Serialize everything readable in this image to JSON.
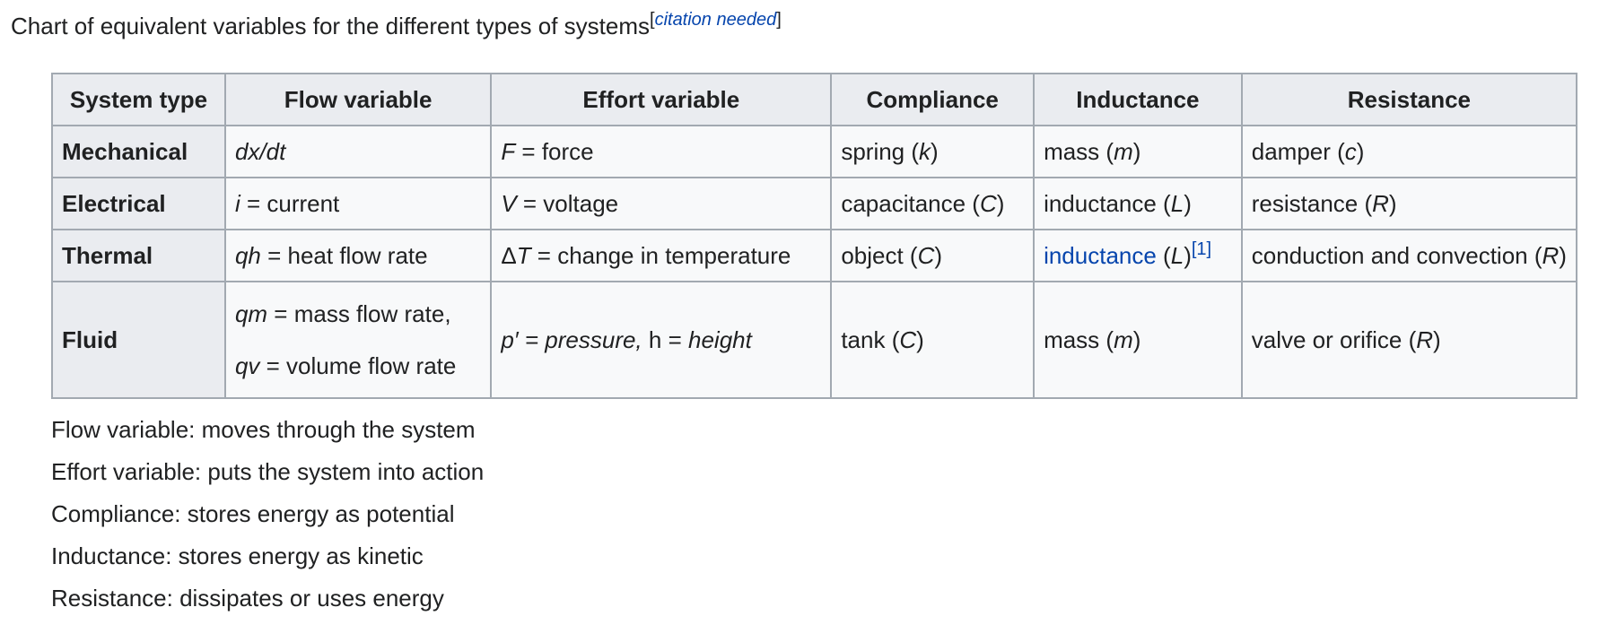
{
  "intro": {
    "text": "Chart of equivalent variables for the different types of systems",
    "citation": "citation needed",
    "bracket_open": "[",
    "bracket_close": "]"
  },
  "table": {
    "headers": [
      "System type",
      "Flow variable",
      "Effort variable",
      "Compliance",
      "Inductance",
      "Resistance"
    ],
    "rows": [
      {
        "system": "Mechanical",
        "flow": "dx/dt",
        "effort_sym": "F",
        "effort_rest": " = force",
        "compliance_name": "spring (",
        "compliance_sym": "k",
        "inductance_name": "mass (",
        "inductance_sym": "m",
        "resistance_name": "damper (",
        "resistance_sym": "c"
      },
      {
        "system": "Electrical",
        "flow_sym": "i",
        "flow_rest": " = current",
        "effort_sym": "V",
        "effort_rest": " = voltage",
        "compliance_name": "capacitance (",
        "compliance_sym": "C",
        "inductance_name": "inductance (",
        "inductance_sym": "L",
        "resistance_name": "resistance (",
        "resistance_sym": "R"
      },
      {
        "system": "Thermal",
        "flow_sym": "qh",
        "flow_rest": " = heat flow rate",
        "effort_delta": "Δ",
        "effort_sym": "T",
        "effort_rest": " = change in temperature",
        "compliance_name": "object (",
        "compliance_sym": "C",
        "inductance_link": "inductance",
        "inductance_name": " (",
        "inductance_sym": "L",
        "inductance_ref": "[1]",
        "resistance_name": "conduction and convection (",
        "resistance_sym": "R"
      },
      {
        "system": "Fluid",
        "flow_sym_1": "qm",
        "flow_rest_1": " = mass flow rate,",
        "flow_sym_2": "qv",
        "flow_rest_2": " = volume flow rate",
        "effort_part1": "p′ = pressure,",
        "effort_part2": " h = ",
        "effort_part3": "height",
        "compliance_name": "tank (",
        "compliance_sym": "C",
        "inductance_name": "mass (",
        "inductance_sym": "m",
        "resistance_name": "valve or orifice (",
        "resistance_sym": "R"
      }
    ],
    "close_paren": ")"
  },
  "notes": [
    "Flow variable: moves through the system",
    "Effort variable: puts the system into action",
    "Compliance: stores energy as potential",
    "Inductance: stores energy as kinetic",
    "Resistance: dissipates or uses energy"
  ]
}
